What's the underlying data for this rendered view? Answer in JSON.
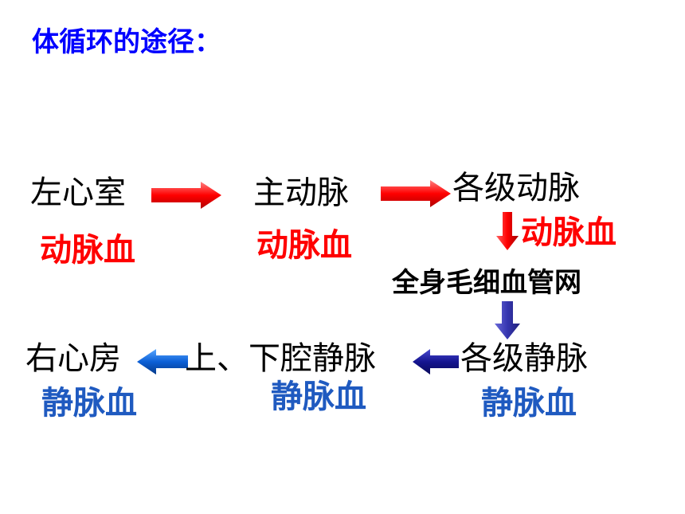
{
  "title": "体循环的途径：",
  "nodes": {
    "left_ventricle": "左心室",
    "aorta": "主动脉",
    "arteries": "各级动脉",
    "capillaries": "全身毛细血管网",
    "veins": "各级静脉",
    "vena_cava": "上、下腔静脉",
    "right_atrium": "右心房"
  },
  "blood_labels": {
    "left_ventricle": "动脉血",
    "aorta": "动脉血",
    "arteries": "动脉血",
    "veins": "静脉血",
    "vena_cava": "静脉血",
    "right_atrium": "静脉血"
  },
  "colors": {
    "title": "#0000ff",
    "arterial": "#ff0000",
    "venous": "#1f5ac0",
    "arrow_red": "#ff1a1a",
    "arrow_blue": "#1f3aa0",
    "arrow_purple": "#3b3bb0"
  }
}
